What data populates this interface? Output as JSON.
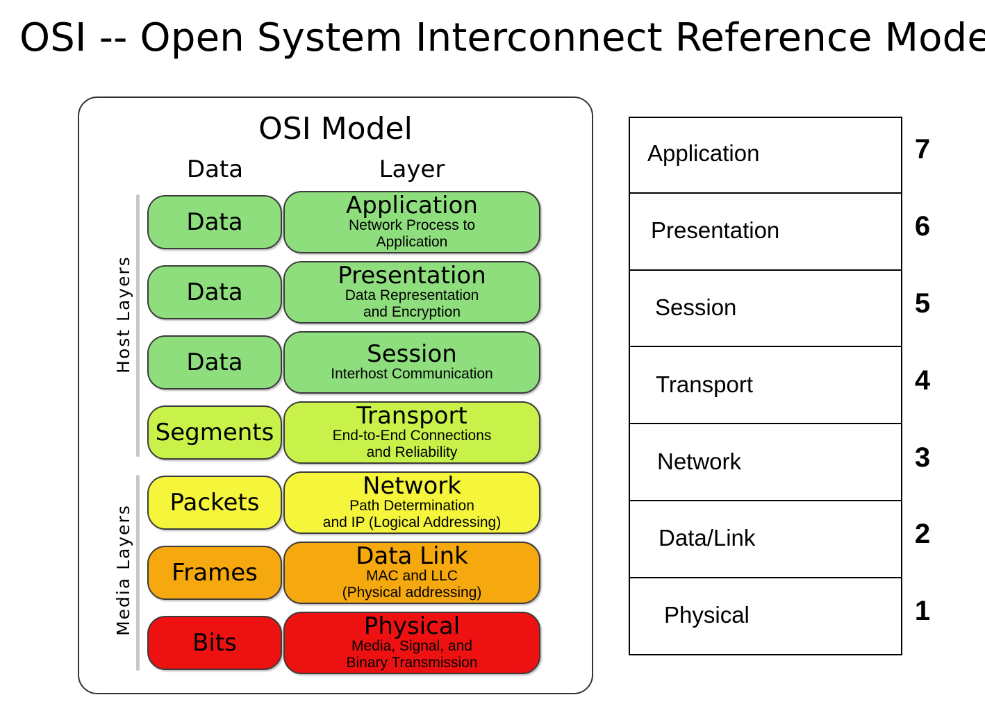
{
  "page_title": "OSI -- Open System Interconnect Reference Model",
  "diagram": {
    "title": "OSI Model",
    "column_headers": {
      "data": "Data",
      "layer": "Layer"
    },
    "group_labels": {
      "host": "Host Layers",
      "media": "Media Layers"
    },
    "rows": [
      {
        "data_unit": "Data",
        "layer": "Application",
        "desc1": "Network Process to",
        "desc2": "Application",
        "color": "#8ede7e"
      },
      {
        "data_unit": "Data",
        "layer": "Presentation",
        "desc1": "Data Representation",
        "desc2": "and Encryption",
        "color": "#8ede7e"
      },
      {
        "data_unit": "Data",
        "layer": "Session",
        "desc1": "Interhost Communication",
        "desc2": "",
        "color": "#8ede7e"
      },
      {
        "data_unit": "Segments",
        "layer": "Transport",
        "desc1": "End-to-End Connections",
        "desc2": "and Reliability",
        "color": "#c8f24a"
      },
      {
        "data_unit": "Packets",
        "layer": "Network",
        "desc1": "Path Determination",
        "desc2": "and IP (Logical Addressing)",
        "color": "#f5f53c"
      },
      {
        "data_unit": "Frames",
        "layer": "Data Link",
        "desc1": "MAC and LLC",
        "desc2": "(Physical addressing)",
        "color": "#f6a80f"
      },
      {
        "data_unit": "Bits",
        "layer": "Physical",
        "desc1": "Media, Signal, and",
        "desc2": "Binary Transmission",
        "color": "#ee1111"
      }
    ]
  },
  "stack": [
    {
      "label": "Application",
      "number": "7"
    },
    {
      "label": "Presentation",
      "number": "6"
    },
    {
      "label": "Session",
      "number": "5"
    },
    {
      "label": "Transport",
      "number": "4"
    },
    {
      "label": "Network",
      "number": "3"
    },
    {
      "label": "Data/Link",
      "number": "2"
    },
    {
      "label": "Physical",
      "number": "1"
    }
  ]
}
